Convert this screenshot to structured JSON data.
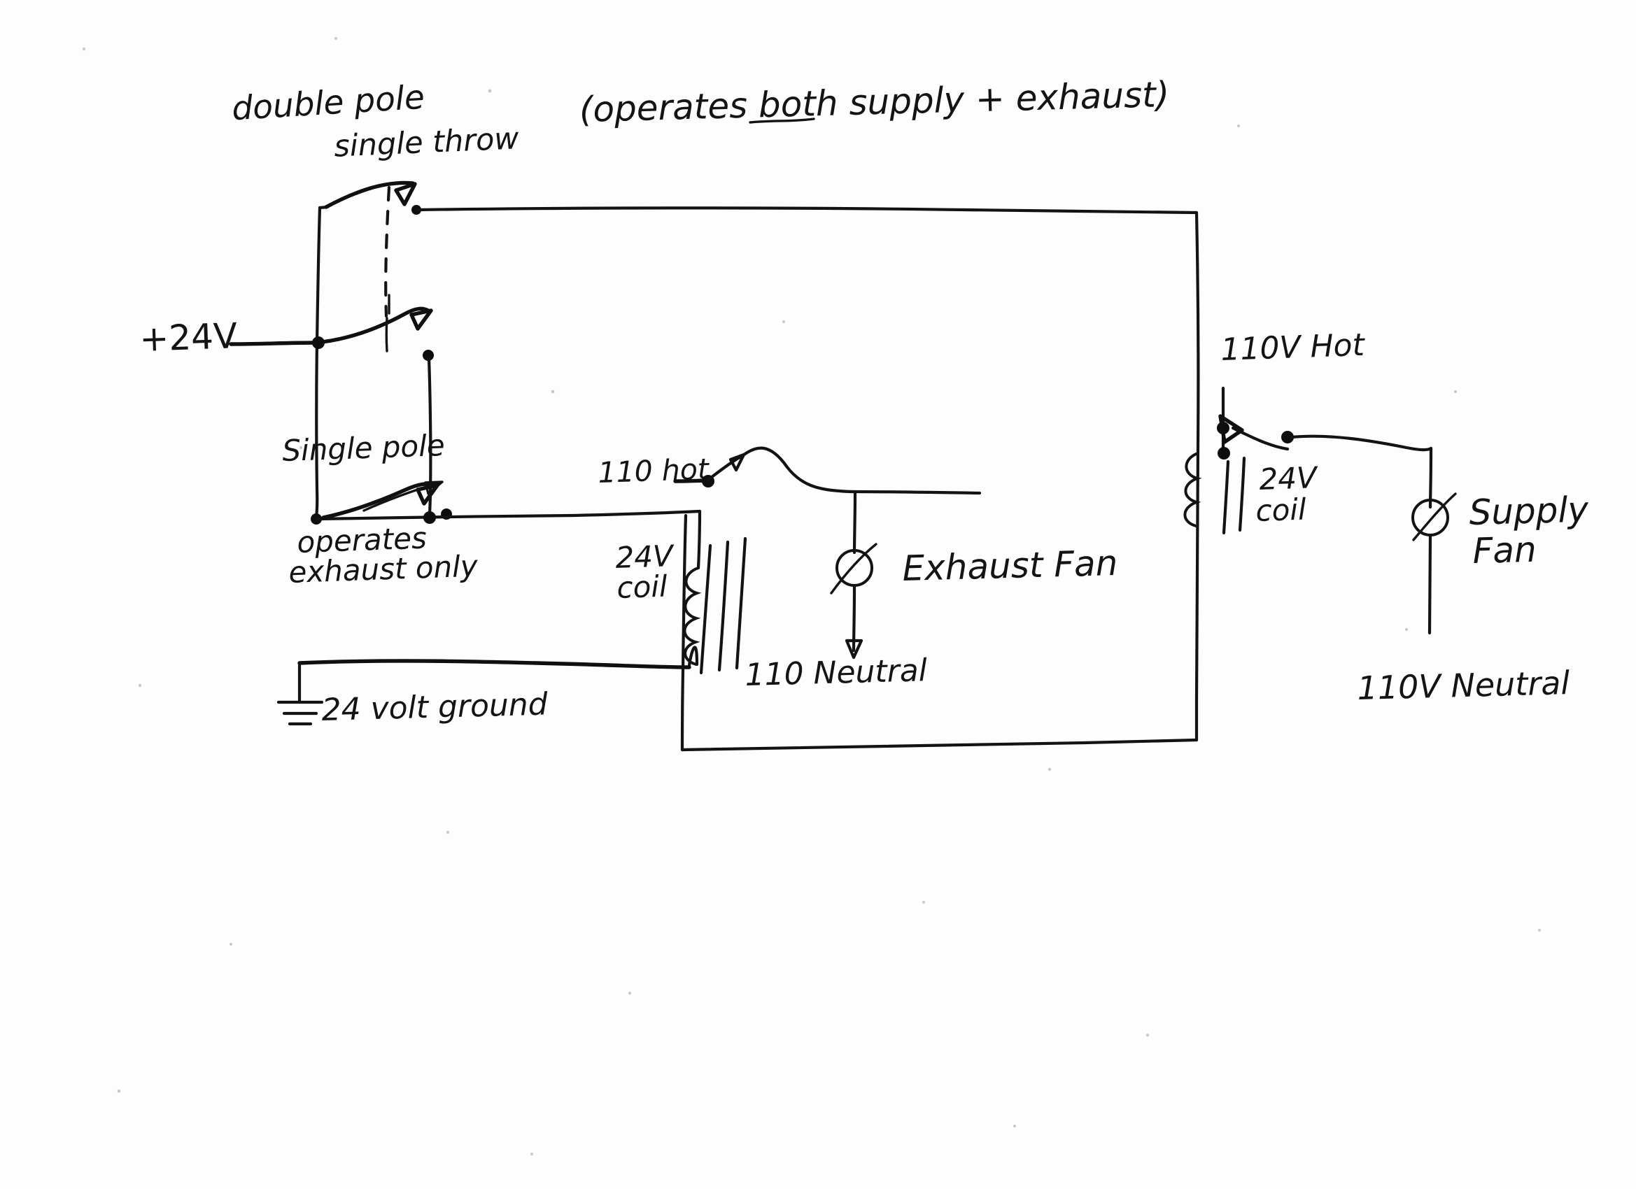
{
  "document": {
    "kind": "hand-drawn-schematic",
    "title_line1": "double pole",
    "title_line2": "single throw",
    "title_paren": "(operates both supply + exhaust)",
    "title_underlined_word": "both"
  },
  "labels": {
    "supply_24v": "+24V",
    "single_pole": "Single pole",
    "operates_line1": "operates",
    "operates_line2": "exhaust only",
    "ground_24v": "24 volt ground",
    "hot_110_left": "110 hot",
    "coil_24v_left_line1": "24V",
    "coil_24v_left_line2": "coil",
    "exhaust_fan": "Exhaust Fan",
    "neutral_110_left": "110 Neutral",
    "hot_110v_right": "110V Hot",
    "coil_24v_right_line1": "24V",
    "coil_24v_right_line2": "coil",
    "supply_fan_line1": "Supply",
    "supply_fan_line2": "Fan",
    "neutral_110v_right": "110V Neutral"
  },
  "components": [
    {
      "name": "dpst-switch",
      "type": "switch",
      "poles": 2,
      "throws": 1,
      "note": "operates both supply + exhaust"
    },
    {
      "name": "spst-switch",
      "type": "switch",
      "poles": 1,
      "throws": 1,
      "note": "operates exhaust only"
    },
    {
      "name": "exhaust-relay",
      "type": "relay",
      "coil": "24V",
      "contact": "110 hot"
    },
    {
      "name": "supply-relay",
      "type": "relay",
      "coil": "24V",
      "contact": "110V Hot"
    },
    {
      "name": "exhaust-fan-motor",
      "type": "motor",
      "label": "Exhaust Fan"
    },
    {
      "name": "supply-fan-motor",
      "type": "motor",
      "label": "Supply Fan"
    },
    {
      "name": "earth-ground",
      "type": "ground",
      "label": "24 volt ground"
    }
  ],
  "colors": {
    "ink": "#131313",
    "paper": "#fdfdfd"
  }
}
